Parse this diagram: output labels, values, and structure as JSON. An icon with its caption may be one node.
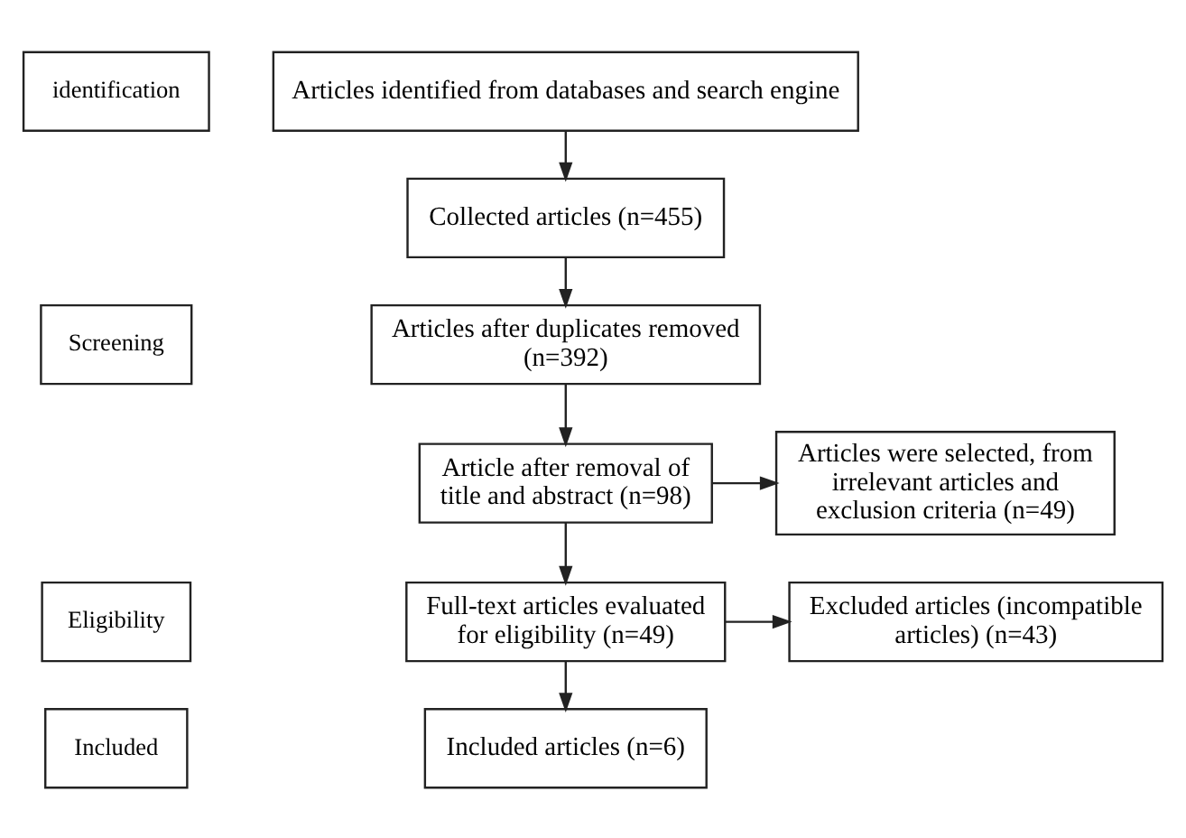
{
  "diagram": {
    "nodes": [
      {
        "text": [
          "identification"
        ]
      },
      {
        "text": [
          "Screening"
        ]
      },
      {
        "text": [
          "Eligibility"
        ]
      },
      {
        "text": [
          "Included"
        ]
      },
      {
        "text": [
          "Articles identified from databases and search engine"
        ]
      },
      {
        "text": [
          "Collected articles (n=455)"
        ]
      },
      {
        "text": [
          "Articles after duplicates removed (n=392)"
        ]
      },
      {
        "text": [
          "Article after removal of title and abstract (n=98)"
        ]
      },
      {
        "text": [
          "Articles were selected, from irrelevant articles and exclusion criteria (n=49)"
        ]
      },
      {
        "text": [
          "Full-text articles evaluated for eligibility (n=49)"
        ]
      },
      {
        "text": [
          "Excluded articles (incompatible articles) (n=43)"
        ]
      },
      {
        "text": [
          "Included articles (n=6)"
        ]
      }
    ],
    "edges": [
      {
        "from": 4,
        "to": 5,
        "arrow": "to"
      },
      {
        "from": 5,
        "to": 6,
        "arrow": "to"
      },
      {
        "from": 6,
        "to": 7,
        "arrow": "to"
      },
      {
        "from": 7,
        "to": 9,
        "arrow": "to"
      },
      {
        "from": 7,
        "to": 8,
        "arrow": "to"
      },
      {
        "from": 9,
        "to": 11,
        "arrow": "to"
      },
      {
        "from": 9,
        "to": 10,
        "arrow": "to"
      }
    ]
  }
}
